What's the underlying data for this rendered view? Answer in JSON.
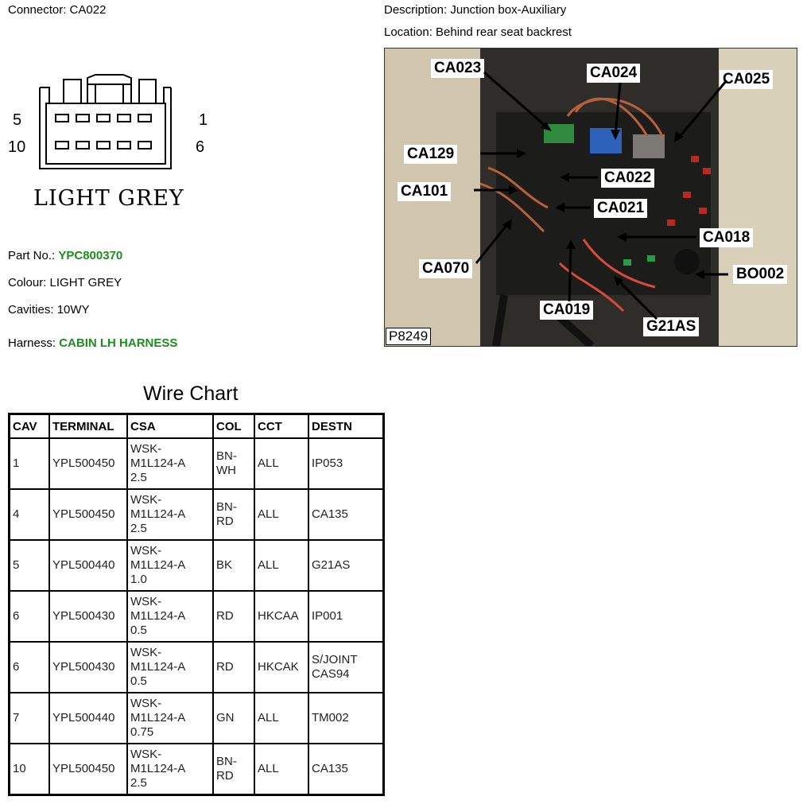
{
  "header": {
    "connector_label": "Connector: CA022",
    "description_label": "Description: Junction box-Auxiliary",
    "location_label": "Location: Behind rear seat backrest"
  },
  "connector_diagram": {
    "pin_top_left": "5",
    "pin_top_right": "1",
    "pin_bottom_left": "10",
    "pin_bottom_right": "6",
    "colour_caption": "LIGHT GREY"
  },
  "details": {
    "part_no_label": "Part No.:",
    "part_no_value": "YPC800370",
    "colour_label": "Colour:",
    "colour_value": "LIGHT GREY",
    "cavities_label": "Cavities:",
    "cavities_value": "10WY",
    "harness_label": "Harness:",
    "harness_value": "CABIN LH HARNESS",
    "link_color": "#1e8c1e"
  },
  "photo": {
    "id": "P8249",
    "callouts": [
      "CA023",
      "CA024",
      "CA025",
      "CA129",
      "CA022",
      "CA101",
      "CA021",
      "CA018",
      "CA070",
      "BO002",
      "CA019",
      "G21AS"
    ]
  },
  "wire_chart": {
    "title": "Wire Chart",
    "headers": [
      "CAV",
      "TERMINAL",
      "CSA",
      "COL",
      "CCT",
      "DESTN"
    ],
    "rows": [
      [
        "1",
        "YPL500450",
        "WSK-\nM1L124-A\n2.5",
        "BN-\nWH",
        "ALL",
        "IP053"
      ],
      [
        "4",
        "YPL500450",
        "WSK-\nM1L124-A\n2.5",
        "BN-\nRD",
        "ALL",
        "CA135"
      ],
      [
        "5",
        "YPL500440",
        "WSK-\nM1L124-A\n1.0",
        "BK",
        "ALL",
        "G21AS"
      ],
      [
        "6",
        "YPL500430",
        "WSK-\nM1L124-A\n0.5",
        "RD",
        "HKCAA",
        "IP001"
      ],
      [
        "6",
        "YPL500430",
        "WSK-\nM1L124-A\n0.5",
        "RD",
        "HKCAK",
        "S/JOINT\nCAS94"
      ],
      [
        "7",
        "YPL500440",
        "WSK-\nM1L124-A\n0.75",
        "GN",
        "ALL",
        "TM002"
      ],
      [
        "10",
        "YPL500450",
        "WSK-\nM1L124-A\n2.5",
        "BN-\nRD",
        "ALL",
        "CA135"
      ]
    ]
  }
}
